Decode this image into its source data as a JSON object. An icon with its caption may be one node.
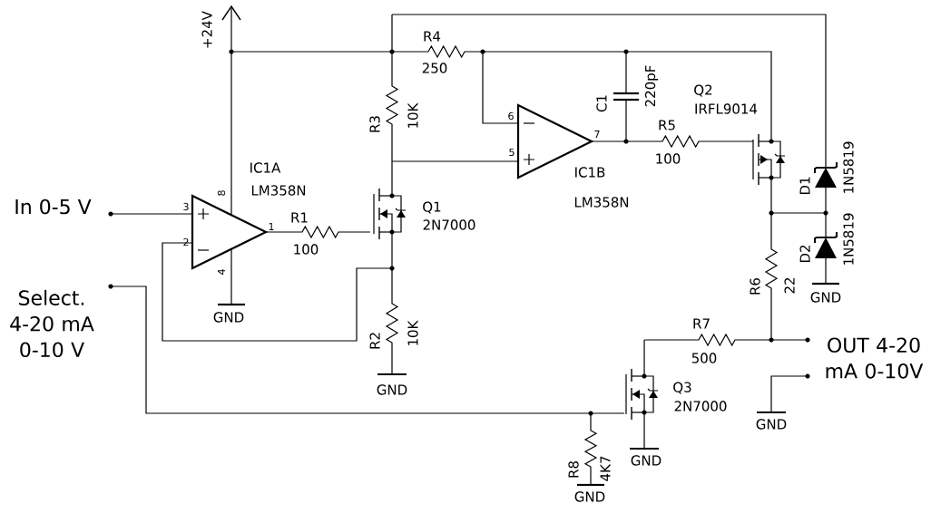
{
  "diagram": {
    "labels": [
      "+24V",
      "R4",
      "250",
      "C1",
      "220pF",
      "Q2",
      "IRFL9014",
      "R3",
      "10K",
      "6",
      "7",
      "R5",
      "IC1A",
      "LM358N",
      "8",
      "5",
      "IC1B",
      "100",
      "D1",
      "1N5819",
      "In 0-5 V",
      "3",
      "Q1",
      "2N7000",
      "R1",
      "LM358N",
      "1",
      "2",
      "100",
      "1N5819",
      "D2",
      "4",
      "Select. 4-20 mA 0-10 V",
      "R6",
      "22",
      "GND",
      "GND",
      "OUT 4-20 mA 0-10V",
      "R7",
      "R2",
      "10K",
      "500",
      "GND",
      "Q3",
      "2N7000",
      "GND",
      "GND",
      "R8",
      "4K7",
      "GND"
    ]
  }
}
